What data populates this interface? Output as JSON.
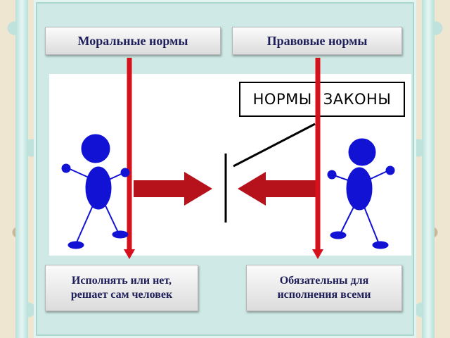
{
  "labels": {
    "moral": "Моральные нормы",
    "legal": "Правовые нормы",
    "moral_note": [
      "Исполнять или нет,",
      "решает сам человек"
    ],
    "legal_note": [
      "Обязательны для",
      "исполнения всеми"
    ]
  },
  "caption_box": {
    "left_word": "НОРМЫ",
    "right_word": "ЗАКОНЫ"
  },
  "colors": {
    "line_red": "#d7111b",
    "arrow_red": "#b5121b",
    "figure_blue": "#1212d4",
    "label_text": "#1e1e5a"
  }
}
